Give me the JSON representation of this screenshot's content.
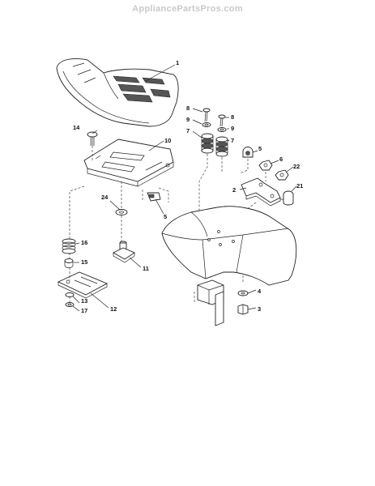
{
  "header": {
    "watermark": "AppliancePartsPros.com"
  },
  "callouts": {
    "c1": "1",
    "c2": "2",
    "c3": "3",
    "c4": "4",
    "c5a": "5",
    "c5b": "5",
    "c6": "6",
    "c7a": "7",
    "c7b": "7",
    "c8a": "8",
    "c8b": "8",
    "c9a": "9",
    "c9b": "9",
    "c10": "10",
    "c11": "11",
    "c12": "12",
    "c13": "13",
    "c14": "14",
    "c15": "15",
    "c16": "16",
    "c17": "17",
    "c21": "21",
    "c22": "22",
    "c24": "24"
  }
}
